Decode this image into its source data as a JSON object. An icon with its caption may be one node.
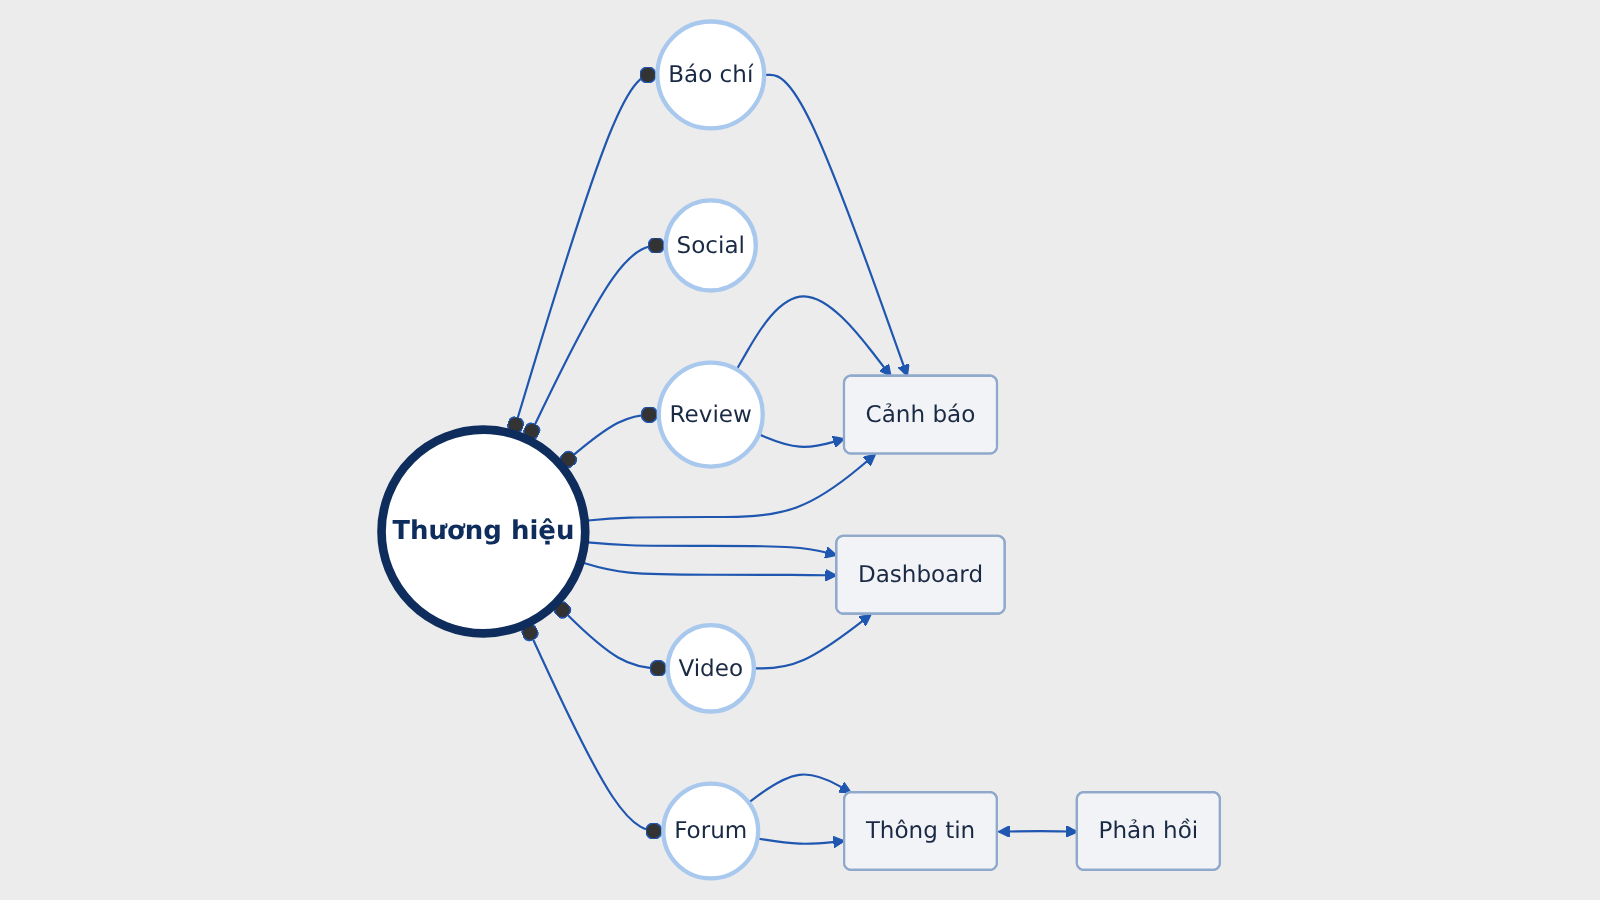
{
  "diagram": {
    "nodes": [
      {
        "text": [
          "Thương hiệu"
        ]
      },
      {
        "text": [
          "Báo chí"
        ]
      },
      {
        "text": [
          "Social"
        ]
      },
      {
        "text": [
          "Review"
        ]
      },
      {
        "text": [
          "Forum"
        ]
      },
      {
        "text": [
          "Video"
        ]
      },
      {
        "text": [
          "Cảnh báo"
        ]
      },
      {
        "text": [
          "Dashboard"
        ]
      },
      {
        "text": [
          "Thông tin"
        ]
      },
      {
        "text": [
          "Phản hồi"
        ]
      }
    ],
    "edges": [
      {
        "from": 0,
        "to": 1,
        "arrow": "other"
      },
      {
        "from": 0,
        "to": 2,
        "arrow": "other"
      },
      {
        "from": 0,
        "to": 3,
        "arrow": "other"
      },
      {
        "from": 0,
        "to": 4,
        "arrow": "other"
      },
      {
        "from": 0,
        "to": 5,
        "arrow": "other"
      },
      {
        "from": 1,
        "to": 6,
        "arrow": "to"
      },
      {
        "from": 3,
        "to": 6,
        "arrow": "to"
      },
      {
        "from": 3,
        "to": 6,
        "arrow": "to"
      },
      {
        "from": 0,
        "to": 6,
        "arrow": "to"
      },
      {
        "from": 0,
        "to": 7,
        "arrow": "to"
      },
      {
        "from": 0,
        "to": 7,
        "arrow": "to"
      },
      {
        "from": 5,
        "to": 7,
        "arrow": "to"
      },
      {
        "from": 4,
        "to": 8,
        "arrow": "to"
      },
      {
        "from": 4,
        "to": 8,
        "arrow": "to"
      },
      {
        "from": 8,
        "to": 9,
        "arrow": "both"
      }
    ]
  }
}
